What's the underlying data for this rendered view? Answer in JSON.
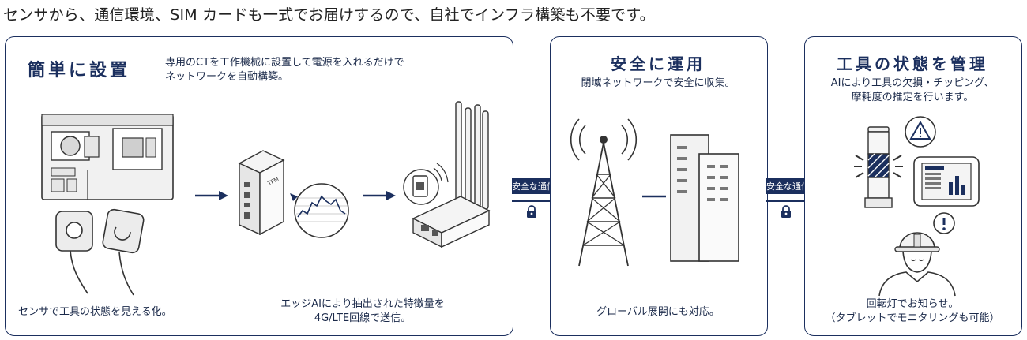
{
  "headline": "センサから、通信環境、SIM カードも一式でお届けするので、自社でインフラ構築も不要です。",
  "panel1": {
    "title": "簡単に設置",
    "desc_line1": "専用のCTを工作機械に設置して電源を入れるだけで",
    "desc_line2": "ネットワークを自動構築。",
    "caption_left": "センサで工具の状態を見える化。",
    "caption_right_line1": "エッジAIにより抽出された特徴量を",
    "caption_right_line2": "4G/LTE回線で送信。",
    "device_logo": "TPM"
  },
  "panel2": {
    "title": "安全に運用",
    "desc": "閉域ネットワークで安全に収集。",
    "caption": "グローバル展開にも対応。"
  },
  "panel3": {
    "title": "工具の状態を管理",
    "desc_line1": "AIにより工具の欠損・チッピング、",
    "desc_line2": "摩耗度の推定を行います。",
    "caption_line1": "回転灯でお知らせ。",
    "caption_line2": "（タブレットでモニタリングも可能）"
  },
  "connectors": [
    {
      "label": "安全な通信",
      "icon": "lock-icon"
    },
    {
      "label": "安全な通信",
      "icon": "lock-icon"
    }
  ],
  "colors": {
    "navy": "#1b2f5e",
    "gray_fill": "#e9e9e9",
    "stroke": "#333333"
  }
}
